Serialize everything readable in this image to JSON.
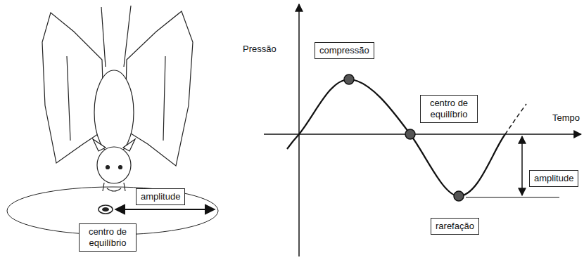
{
  "diagram": {
    "nodes": [
      {
        "text": [
          "amplitude"
        ]
      },
      {
        "text": [
          "centro de equilíbrio"
        ]
      },
      {
        "text": [
          "compressão"
        ]
      },
      {
        "text": [
          "centro de equilíbrio"
        ]
      },
      {
        "text": [
          "amplitude"
        ]
      },
      {
        "text": [
          "rarefação"
        ]
      }
    ],
    "labels": [
      "Pressão",
      "Tempo"
    ]
  }
}
